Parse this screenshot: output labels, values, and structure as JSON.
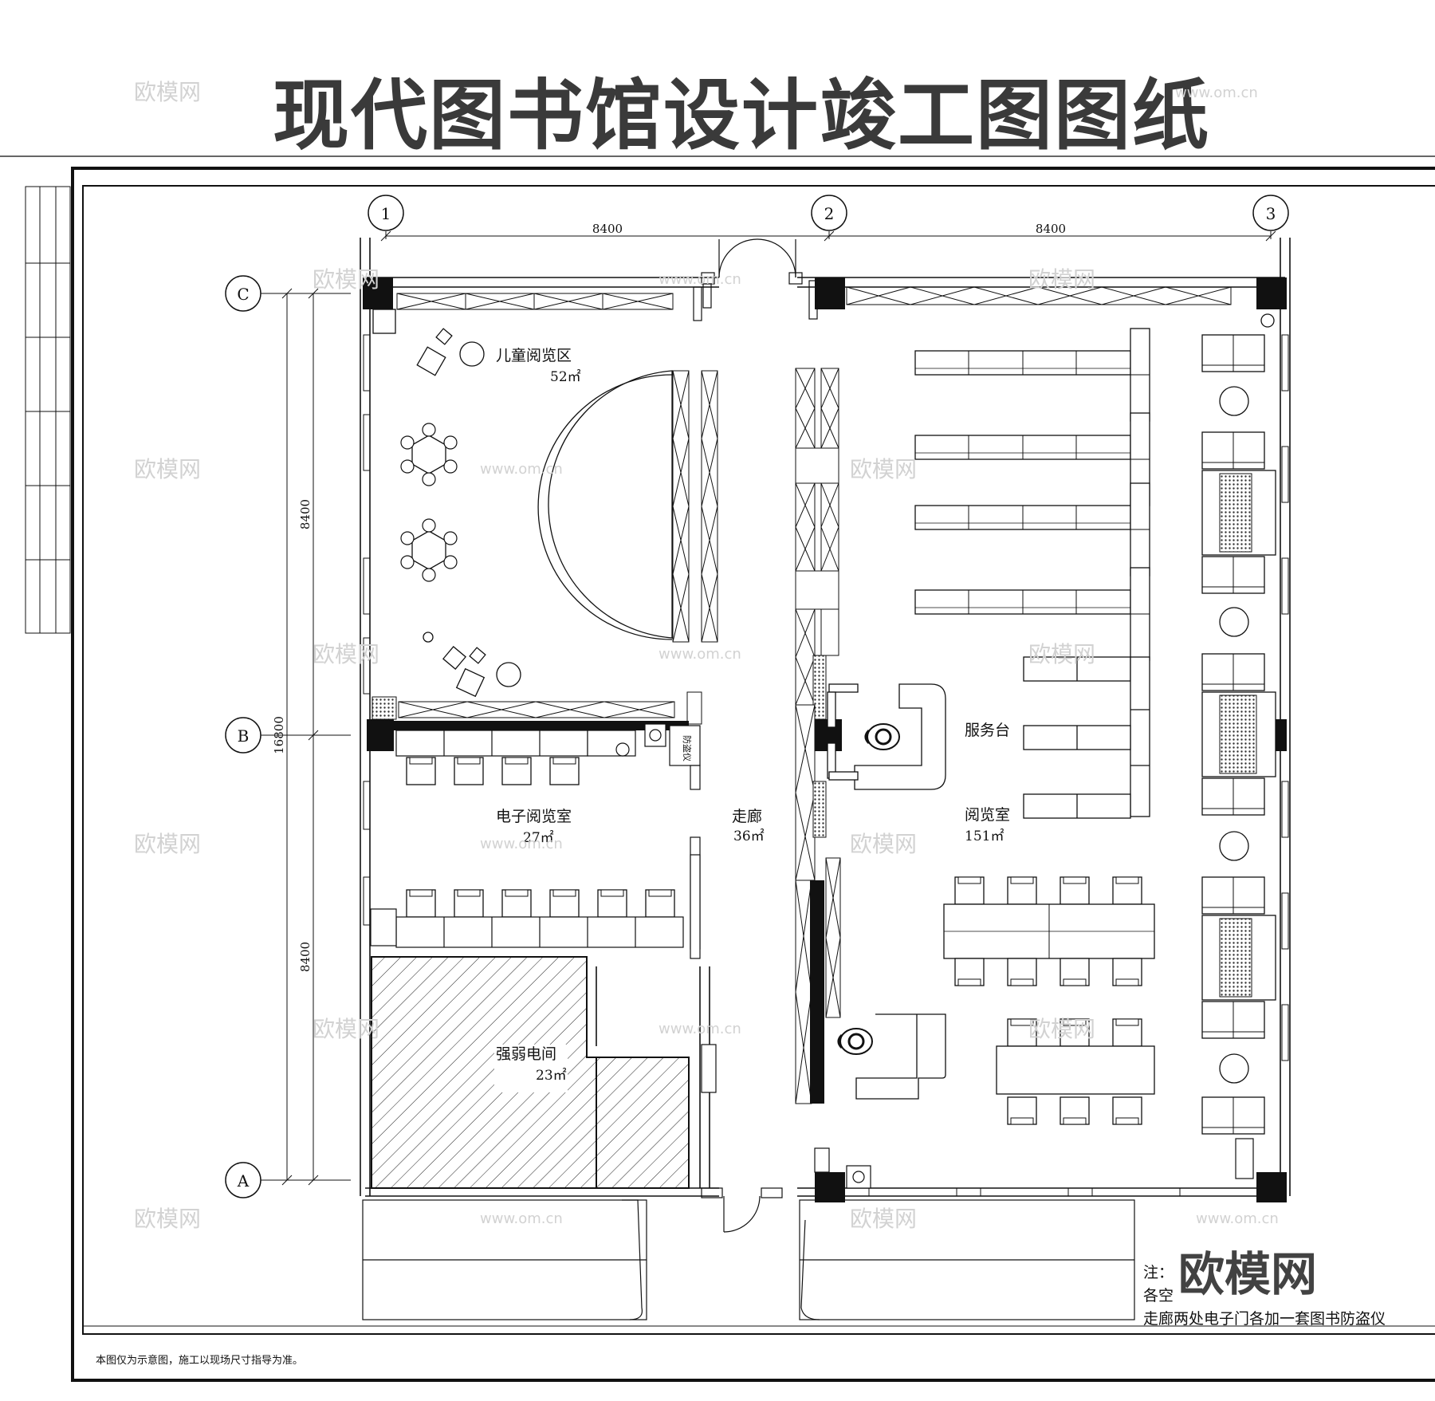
{
  "title": "现代图书馆设计竣工图图纸",
  "grid": {
    "columns": [
      "1",
      "2",
      "3"
    ],
    "rows": [
      "C",
      "B",
      "A"
    ]
  },
  "dimensions": {
    "span_1_2": "8400",
    "span_2_3": "8400",
    "span_c_b": "8400",
    "span_b_a": "8400",
    "total": "16800"
  },
  "rooms": {
    "children": {
      "name": "儿童阅览区",
      "area": "52㎡"
    },
    "electronic": {
      "name": "电子阅览室",
      "area": "27㎡"
    },
    "corridor": {
      "name": "走廊",
      "area": "36㎡"
    },
    "electrical": {
      "name": "强弱电间",
      "area": "23㎡"
    },
    "service": {
      "name": "服务台"
    },
    "reading": {
      "name": "阅览室",
      "area": "151㎡"
    }
  },
  "small_label": "防盗仪",
  "notes": [
    "注：",
    "各空",
    "走廊两处电子门各加一套图书防盗仪"
  ],
  "footer_note": "本图仅为示意图，施工以现场尺寸指导为准。",
  "watermarks": {
    "logo": "欧模网",
    "url": "www.om.cn",
    "big_logo": "欧模网"
  }
}
